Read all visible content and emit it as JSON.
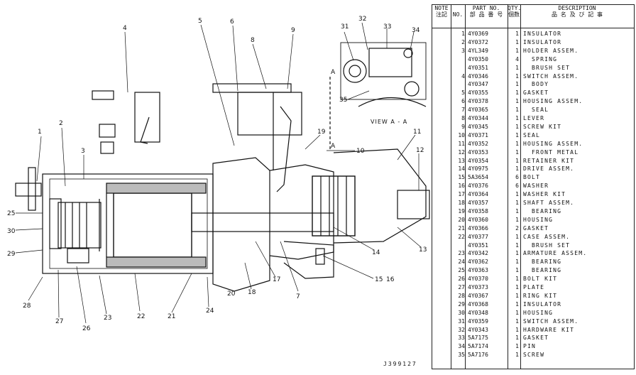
{
  "table": {
    "headers": {
      "note": "NOTE",
      "note_sub": "注記",
      "no": "NO.",
      "part_no": "PART NO.",
      "part_no_sub": "部 品 番 号",
      "qty": "QTY.",
      "qty_sub": "個数",
      "description": "DESCRIPTION",
      "description_sub": "品 名 及 び 記 事"
    },
    "rows": [
      {
        "no": "1",
        "part": "4Y0369",
        "qty": "1",
        "desc": "INSULATOR"
      },
      {
        "no": "2",
        "part": "4Y0372",
        "qty": "1",
        "desc": "INSULATOR"
      },
      {
        "no": "3",
        "part": "4YL349",
        "qty": "1",
        "desc": "HOLDER ASSEM."
      },
      {
        "no": "",
        "part": "4Y0350",
        "qty": "4",
        "desc": "  SPRING"
      },
      {
        "no": "",
        "part": "4Y0351",
        "qty": "1",
        "desc": "  BRUSH SET"
      },
      {
        "no": "4",
        "part": "4Y0346",
        "qty": "1",
        "desc": "SWITCH ASSEM."
      },
      {
        "no": "",
        "part": "4Y0347",
        "qty": "1",
        "desc": "  BODY"
      },
      {
        "no": "5",
        "part": "4Y0355",
        "qty": "1",
        "desc": "GASKET"
      },
      {
        "no": "6",
        "part": "4Y0378",
        "qty": "1",
        "desc": "HOUSING ASSEM."
      },
      {
        "no": "7",
        "part": "4Y0365",
        "qty": "1",
        "desc": "  SEAL"
      },
      {
        "no": "8",
        "part": "4Y0344",
        "qty": "1",
        "desc": "LEVER"
      },
      {
        "no": "9",
        "part": "4Y0345",
        "qty": "1",
        "desc": "SCREW KIT"
      },
      {
        "no": "10",
        "part": "4Y0371",
        "qty": "1",
        "desc": "SEAL"
      },
      {
        "no": "11",
        "part": "4Y0352",
        "qty": "1",
        "desc": "HOUSING ASSEM."
      },
      {
        "no": "12",
        "part": "4Y0353",
        "qty": "1",
        "desc": "  FRONT METAL"
      },
      {
        "no": "13",
        "part": "4Y0354",
        "qty": "1",
        "desc": "RETAINER KIT"
      },
      {
        "no": "14",
        "part": "4Y0975",
        "qty": "1",
        "desc": "DRIVE ASSEM."
      },
      {
        "no": "15",
        "part": "5A3654",
        "qty": "6",
        "desc": "BOLT"
      },
      {
        "no": "16",
        "part": "4Y0376",
        "qty": "6",
        "desc": "WASHER"
      },
      {
        "no": "17",
        "part": "4Y0364",
        "qty": "1",
        "desc": "WASHER KIT"
      },
      {
        "no": "18",
        "part": "4Y0357",
        "qty": "1",
        "desc": "SHAFT ASSEM."
      },
      {
        "no": "19",
        "part": "4Y0358",
        "qty": "1",
        "desc": "  BEARING"
      },
      {
        "no": "20",
        "part": "4Y0360",
        "qty": "1",
        "desc": "HOUSING"
      },
      {
        "no": "21",
        "part": "4Y0366",
        "qty": "2",
        "desc": "GASKET"
      },
      {
        "no": "22",
        "part": "4Y0377",
        "qty": "1",
        "desc": "CASE ASSEM."
      },
      {
        "no": "",
        "part": "4Y0351",
        "qty": "1",
        "desc": "  BRUSH SET"
      },
      {
        "no": "23",
        "part": "4Y0342",
        "qty": "1",
        "desc": "ARMATURE ASSEM."
      },
      {
        "no": "24",
        "part": "4Y0362",
        "qty": "1",
        "desc": "  BEARING"
      },
      {
        "no": "25",
        "part": "4Y0363",
        "qty": "1",
        "desc": "  BEARING"
      },
      {
        "no": "26",
        "part": "4Y0370",
        "qty": "1",
        "desc": "BOLT KIT"
      },
      {
        "no": "27",
        "part": "4Y0373",
        "qty": "1",
        "desc": "PLATE"
      },
      {
        "no": "28",
        "part": "4Y0367",
        "qty": "1",
        "desc": "RING KIT"
      },
      {
        "no": "29",
        "part": "4Y0368",
        "qty": "1",
        "desc": "INSULATOR"
      },
      {
        "no": "30",
        "part": "4Y0348",
        "qty": "1",
        "desc": "HOUSING"
      },
      {
        "no": "31",
        "part": "4Y0359",
        "qty": "1",
        "desc": "SWITCH ASSEM."
      },
      {
        "no": "32",
        "part": "4Y0343",
        "qty": "1",
        "desc": "HARDWARE KIT"
      },
      {
        "no": "33",
        "part": "5A7175",
        "qty": "1",
        "desc": "GASKET"
      },
      {
        "no": "34",
        "part": "5A7174",
        "qty": "1",
        "desc": "PIN"
      },
      {
        "no": "35",
        "part": "5A7176",
        "qty": "1",
        "desc": "SCREW"
      }
    ]
  },
  "drawing": {
    "view_label": "VIEW A - A",
    "section_marker_a1": "A",
    "section_marker_a2": "A",
    "drawing_number": "J399127",
    "callouts": [
      "1",
      "2",
      "3",
      "4",
      "5",
      "6",
      "8",
      "9",
      "10",
      "11",
      "12",
      "13",
      "14",
      "15",
      "16",
      "17",
      "18",
      "19",
      "20",
      "21",
      "22",
      "23",
      "24",
      "25",
      "26",
      "27",
      "28",
      "29",
      "30",
      "31",
      "32",
      "33",
      "34",
      "35",
      "7"
    ]
  },
  "colors": {
    "ink": "#111111",
    "paper": "#ffffff"
  }
}
